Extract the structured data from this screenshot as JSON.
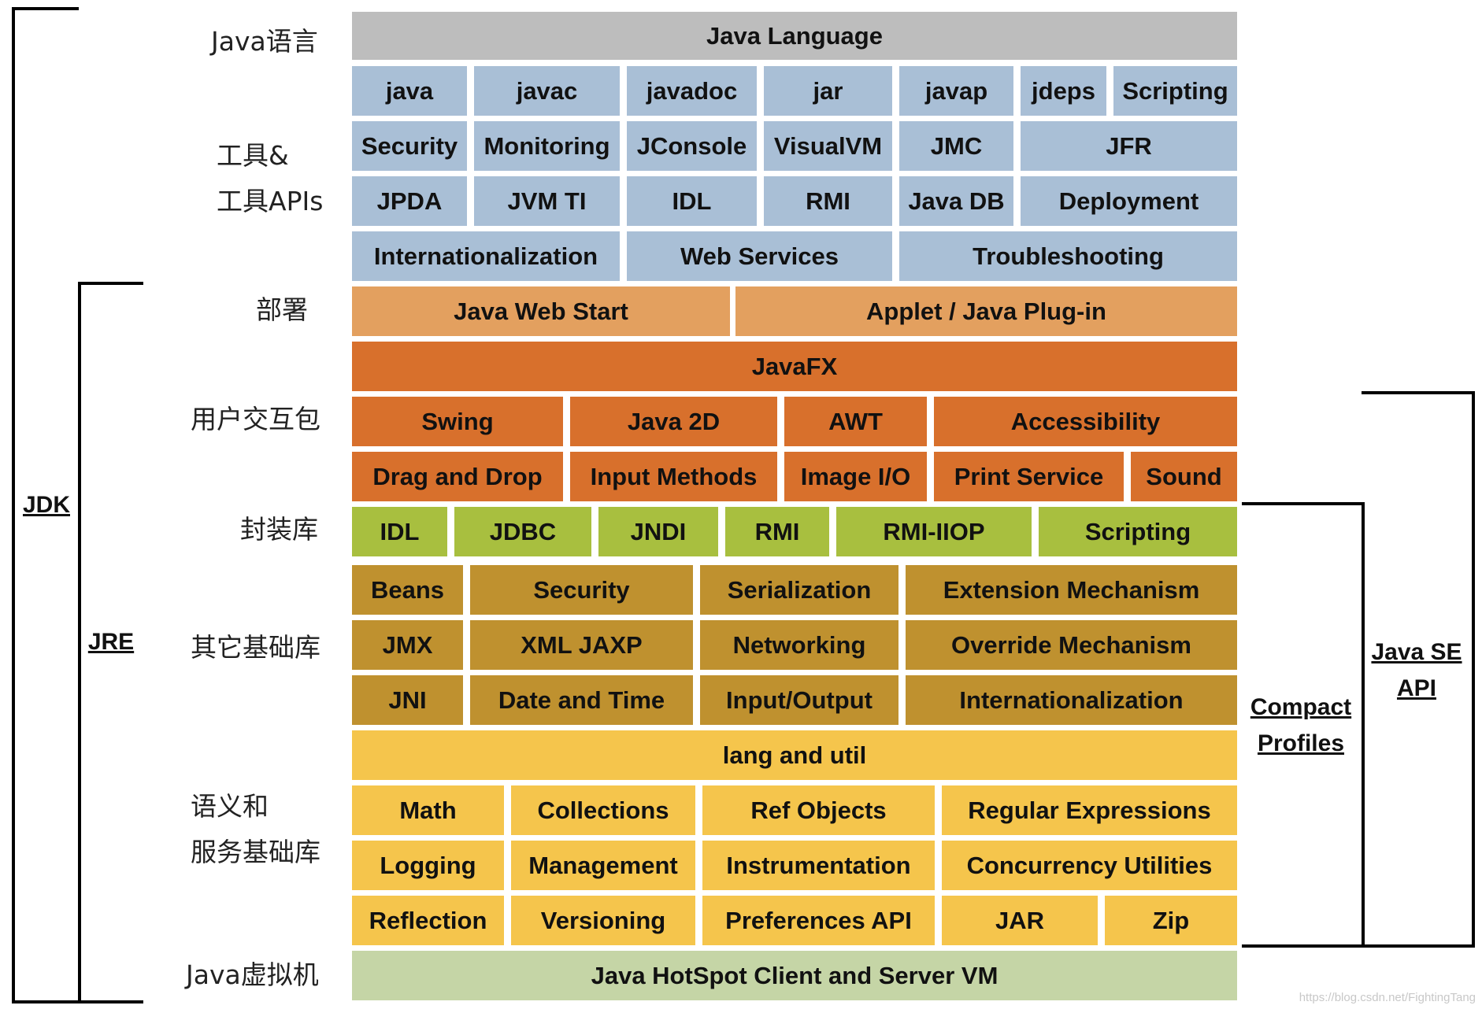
{
  "layer_labels": {
    "java_language": "Java语言",
    "tools_apis": "工具&\n工具APIs",
    "deployment": "部署",
    "ui_toolkits": "用户交互包",
    "integration_libraries": "封装库",
    "other_base_libraries": "其它基础库",
    "lang_util_base_libraries": "语义和\n服务基础库",
    "jvm": "Java虚拟机"
  },
  "brackets": {
    "jdk": "JDK",
    "jre": "JRE",
    "compact_profiles": "Compact\nProfiles",
    "java_se_api": "Java SE\nAPI"
  },
  "rows": {
    "language": [
      "Java Language"
    ],
    "tools_row1": [
      "java",
      "javac",
      "javadoc",
      "jar",
      "javap",
      "jdeps",
      "Scripting"
    ],
    "tools_row2": [
      "Security",
      "Monitoring",
      "JConsole",
      "VisualVM",
      "JMC",
      "JFR"
    ],
    "tools_row3": [
      "JPDA",
      "JVM TI",
      "IDL",
      "RMI",
      "Java DB",
      "Deployment"
    ],
    "tools_row4": [
      "Internationalization",
      "Web Services",
      "Troubleshooting"
    ],
    "deployment": [
      "Java Web Start",
      "Applet / Java Plug-in"
    ],
    "javafx": [
      "JavaFX"
    ],
    "ui_row1": [
      "Swing",
      "Java 2D",
      "AWT",
      "Accessibility"
    ],
    "ui_row2": [
      "Drag and Drop",
      "Input Methods",
      "Image I/O",
      "Print Service",
      "Sound"
    ],
    "integration": [
      "IDL",
      "JDBC",
      "JNDI",
      "RMI",
      "RMI-IIOP",
      "Scripting"
    ],
    "other_row1": [
      "Beans",
      "Security",
      "Serialization",
      "Extension Mechanism"
    ],
    "other_row2": [
      "JMX",
      "XML JAXP",
      "Networking",
      "Override Mechanism"
    ],
    "other_row3": [
      "JNI",
      "Date and Time",
      "Input/Output",
      "Internationalization"
    ],
    "lang_util": [
      "lang and util"
    ],
    "base_row1": [
      "Math",
      "Collections",
      "Ref Objects",
      "Regular Expressions"
    ],
    "base_row2": [
      "Logging",
      "Management",
      "Instrumentation",
      "Concurrency Utilities"
    ],
    "base_row3": [
      "Reflection",
      "Versioning",
      "Preferences API",
      "JAR",
      "Zip"
    ],
    "jvm": [
      "Java HotSpot Client and Server VM"
    ]
  },
  "colors": {
    "language": "#bdbdbd",
    "tools": "#a9bfd6",
    "deployment": "#e3a05f",
    "ui": "#d8702c",
    "integration": "#a8bf3f",
    "other": "#bf912f",
    "base": "#f5c54c",
    "jvm": "#c5d5a6"
  },
  "watermark": "https://blog.csdn.net/FightingTang"
}
